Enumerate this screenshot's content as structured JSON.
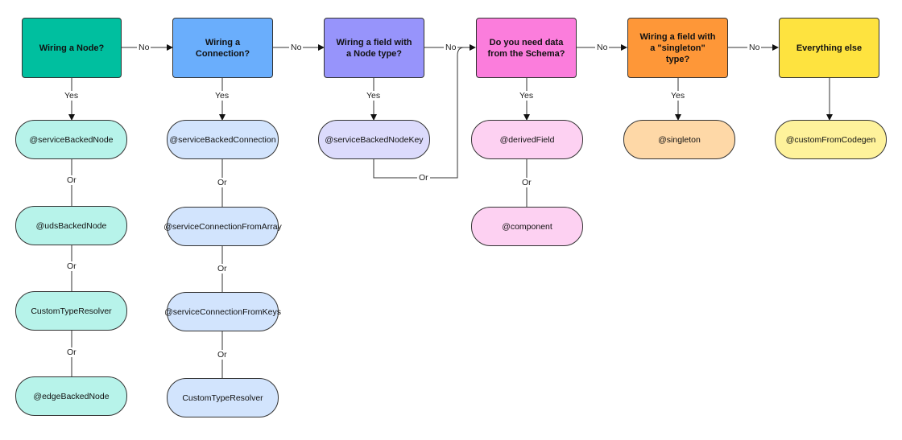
{
  "colors": {
    "node_green": "#00bf9f",
    "node_blue": "#6aaefc",
    "node_purple": "#9794fb",
    "node_pink": "#fb7ddc",
    "node_orange": "#fe9738",
    "node_yellow": "#fee33f",
    "pill_green": "#b7f3ea",
    "pill_blue": "#d2e4fd",
    "pill_purple": "#dcdbfc",
    "pill_pink": "#fdd1f2",
    "pill_orange": "#fed8a7",
    "pill_yellow": "#fef29b"
  },
  "decisions": {
    "node": "Wiring a Node?",
    "connection": "Wiring a Connection?",
    "node_type_field": "Wiring a field with a Node type?",
    "schema_data": "Do you need data from the Schema?",
    "singleton_field": "Wiring a field with a \"singleton\" type?",
    "everything_else": "Everything else"
  },
  "results": {
    "service_backed_node": "@serviceBackedNode",
    "uds_backed_node": "@udsBackedNode",
    "custom_type_resolver_1": "CustomTypeResolver",
    "edge_backed_node": "@edgeBackedNode",
    "service_backed_connection": "@serviceBackedConnection",
    "service_connection_from_array": "@serviceConnectionFromArray",
    "service_connection_from_keys": "@serviceConnectionFromKeys",
    "custom_type_resolver_2": "CustomTypeResolver",
    "service_backed_node_key": "@serviceBackedNodeKey",
    "derived_field": "@derivedField",
    "component": "@component",
    "singleton": "@singleton",
    "custom_from_codegen": "@customFromCodegen"
  },
  "edge_labels": {
    "no": "No",
    "yes": "Yes",
    "or": "Or"
  }
}
